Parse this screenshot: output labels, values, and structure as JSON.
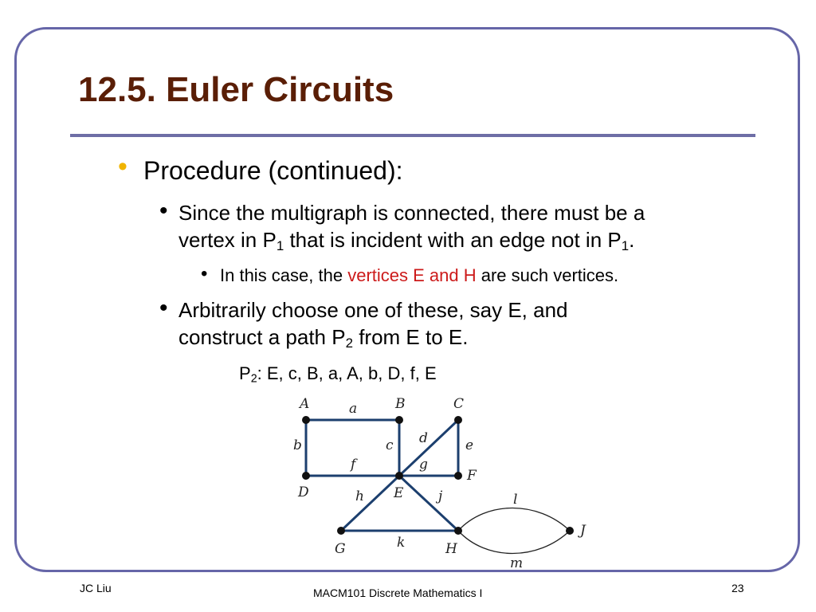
{
  "slide": {
    "title": "12.5. Euler Circuits",
    "bullet1": "Procedure (continued):",
    "sub1": {
      "part1": "Since the multigraph is connected, there must be a",
      "part2": "vertex in P",
      "sub_a": "1",
      "part3": " that is incident with an edge not in P",
      "sub_b": "1",
      "part4": "."
    },
    "subsub1": {
      "prefix": "In this case, the ",
      "highlight": "vertices E and H",
      "suffix": " are such vertices."
    },
    "sub2": {
      "line1": "Arbitrarily choose one of these, say E, and",
      "line2a": "construct a path P",
      "sub": "2",
      "line2b": " from E to E."
    },
    "path": {
      "prefix": "P",
      "sub": "2",
      "rest": ": E, c, B, a, A, b, D, f, E"
    }
  },
  "graph": {
    "vertices": {
      "A": "A",
      "B": "B",
      "C": "C",
      "D": "D",
      "E": "E",
      "F": "F",
      "G": "G",
      "H": "H",
      "J": "J"
    },
    "edges": {
      "a": "a",
      "b": "b",
      "c": "c",
      "d": "d",
      "e": "e",
      "f": "f",
      "g": "g",
      "h": "h",
      "j": "j",
      "k": "k",
      "l": "l",
      "m": "m"
    }
  },
  "footer": {
    "author": "JC Liu",
    "course": "MACM101 Discrete Mathematics I",
    "page": "23"
  }
}
